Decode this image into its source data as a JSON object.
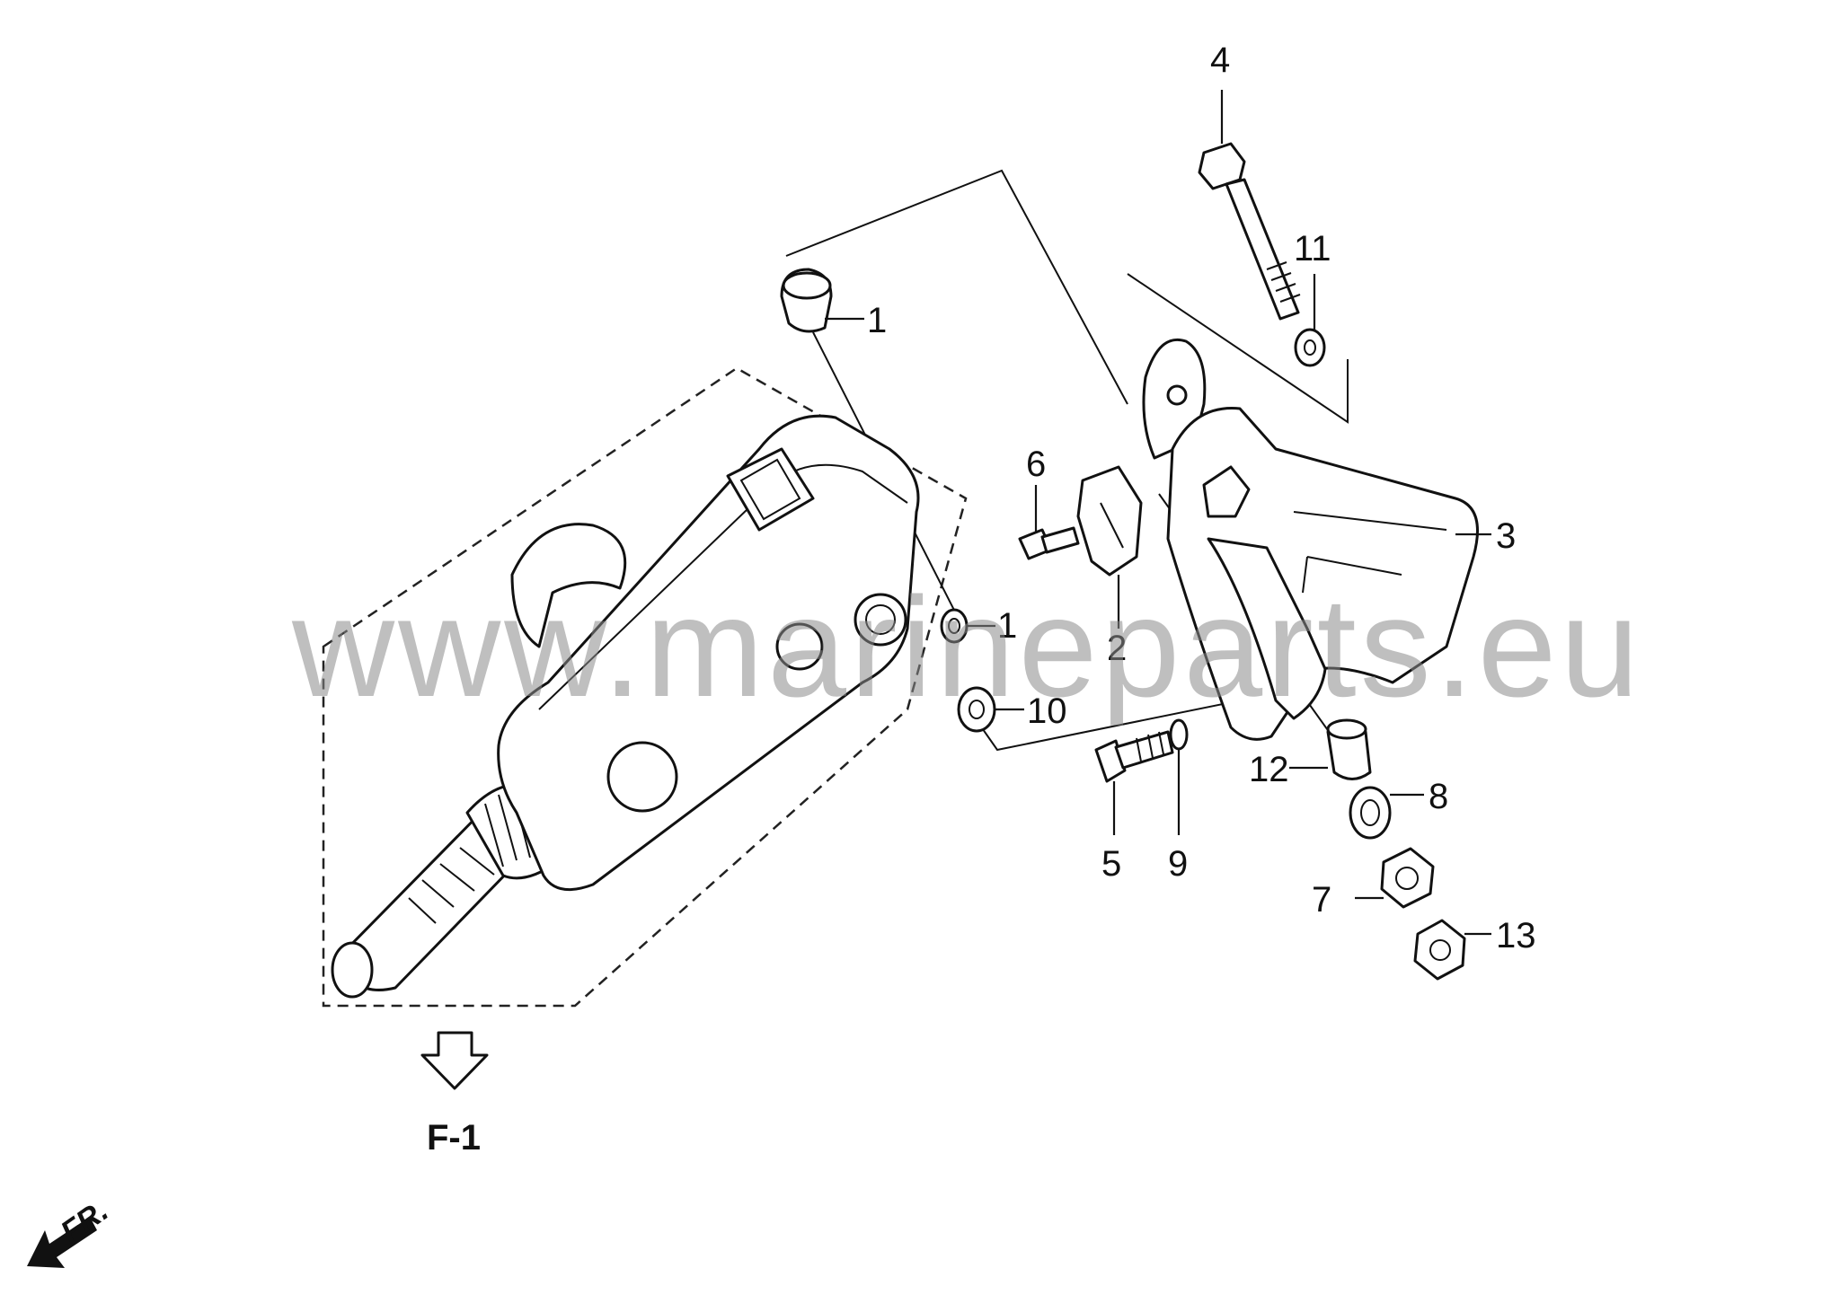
{
  "callouts": [
    {
      "id": "1a",
      "text": "1"
    },
    {
      "id": "1b",
      "text": "1"
    },
    {
      "id": "2",
      "text": "2"
    },
    {
      "id": "3",
      "text": "3"
    },
    {
      "id": "4",
      "text": "4"
    },
    {
      "id": "5",
      "text": "5"
    },
    {
      "id": "6",
      "text": "6"
    },
    {
      "id": "7",
      "text": "7"
    },
    {
      "id": "8",
      "text": "8"
    },
    {
      "id": "9",
      "text": "9"
    },
    {
      "id": "10",
      "text": "10"
    },
    {
      "id": "11",
      "text": "11"
    },
    {
      "id": "12",
      "text": "12"
    },
    {
      "id": "13",
      "text": "13"
    }
  ],
  "reference": {
    "label": "F-1"
  },
  "front_arrow": {
    "label": "FR."
  },
  "watermark": {
    "text": "www.marineparts.eu"
  }
}
